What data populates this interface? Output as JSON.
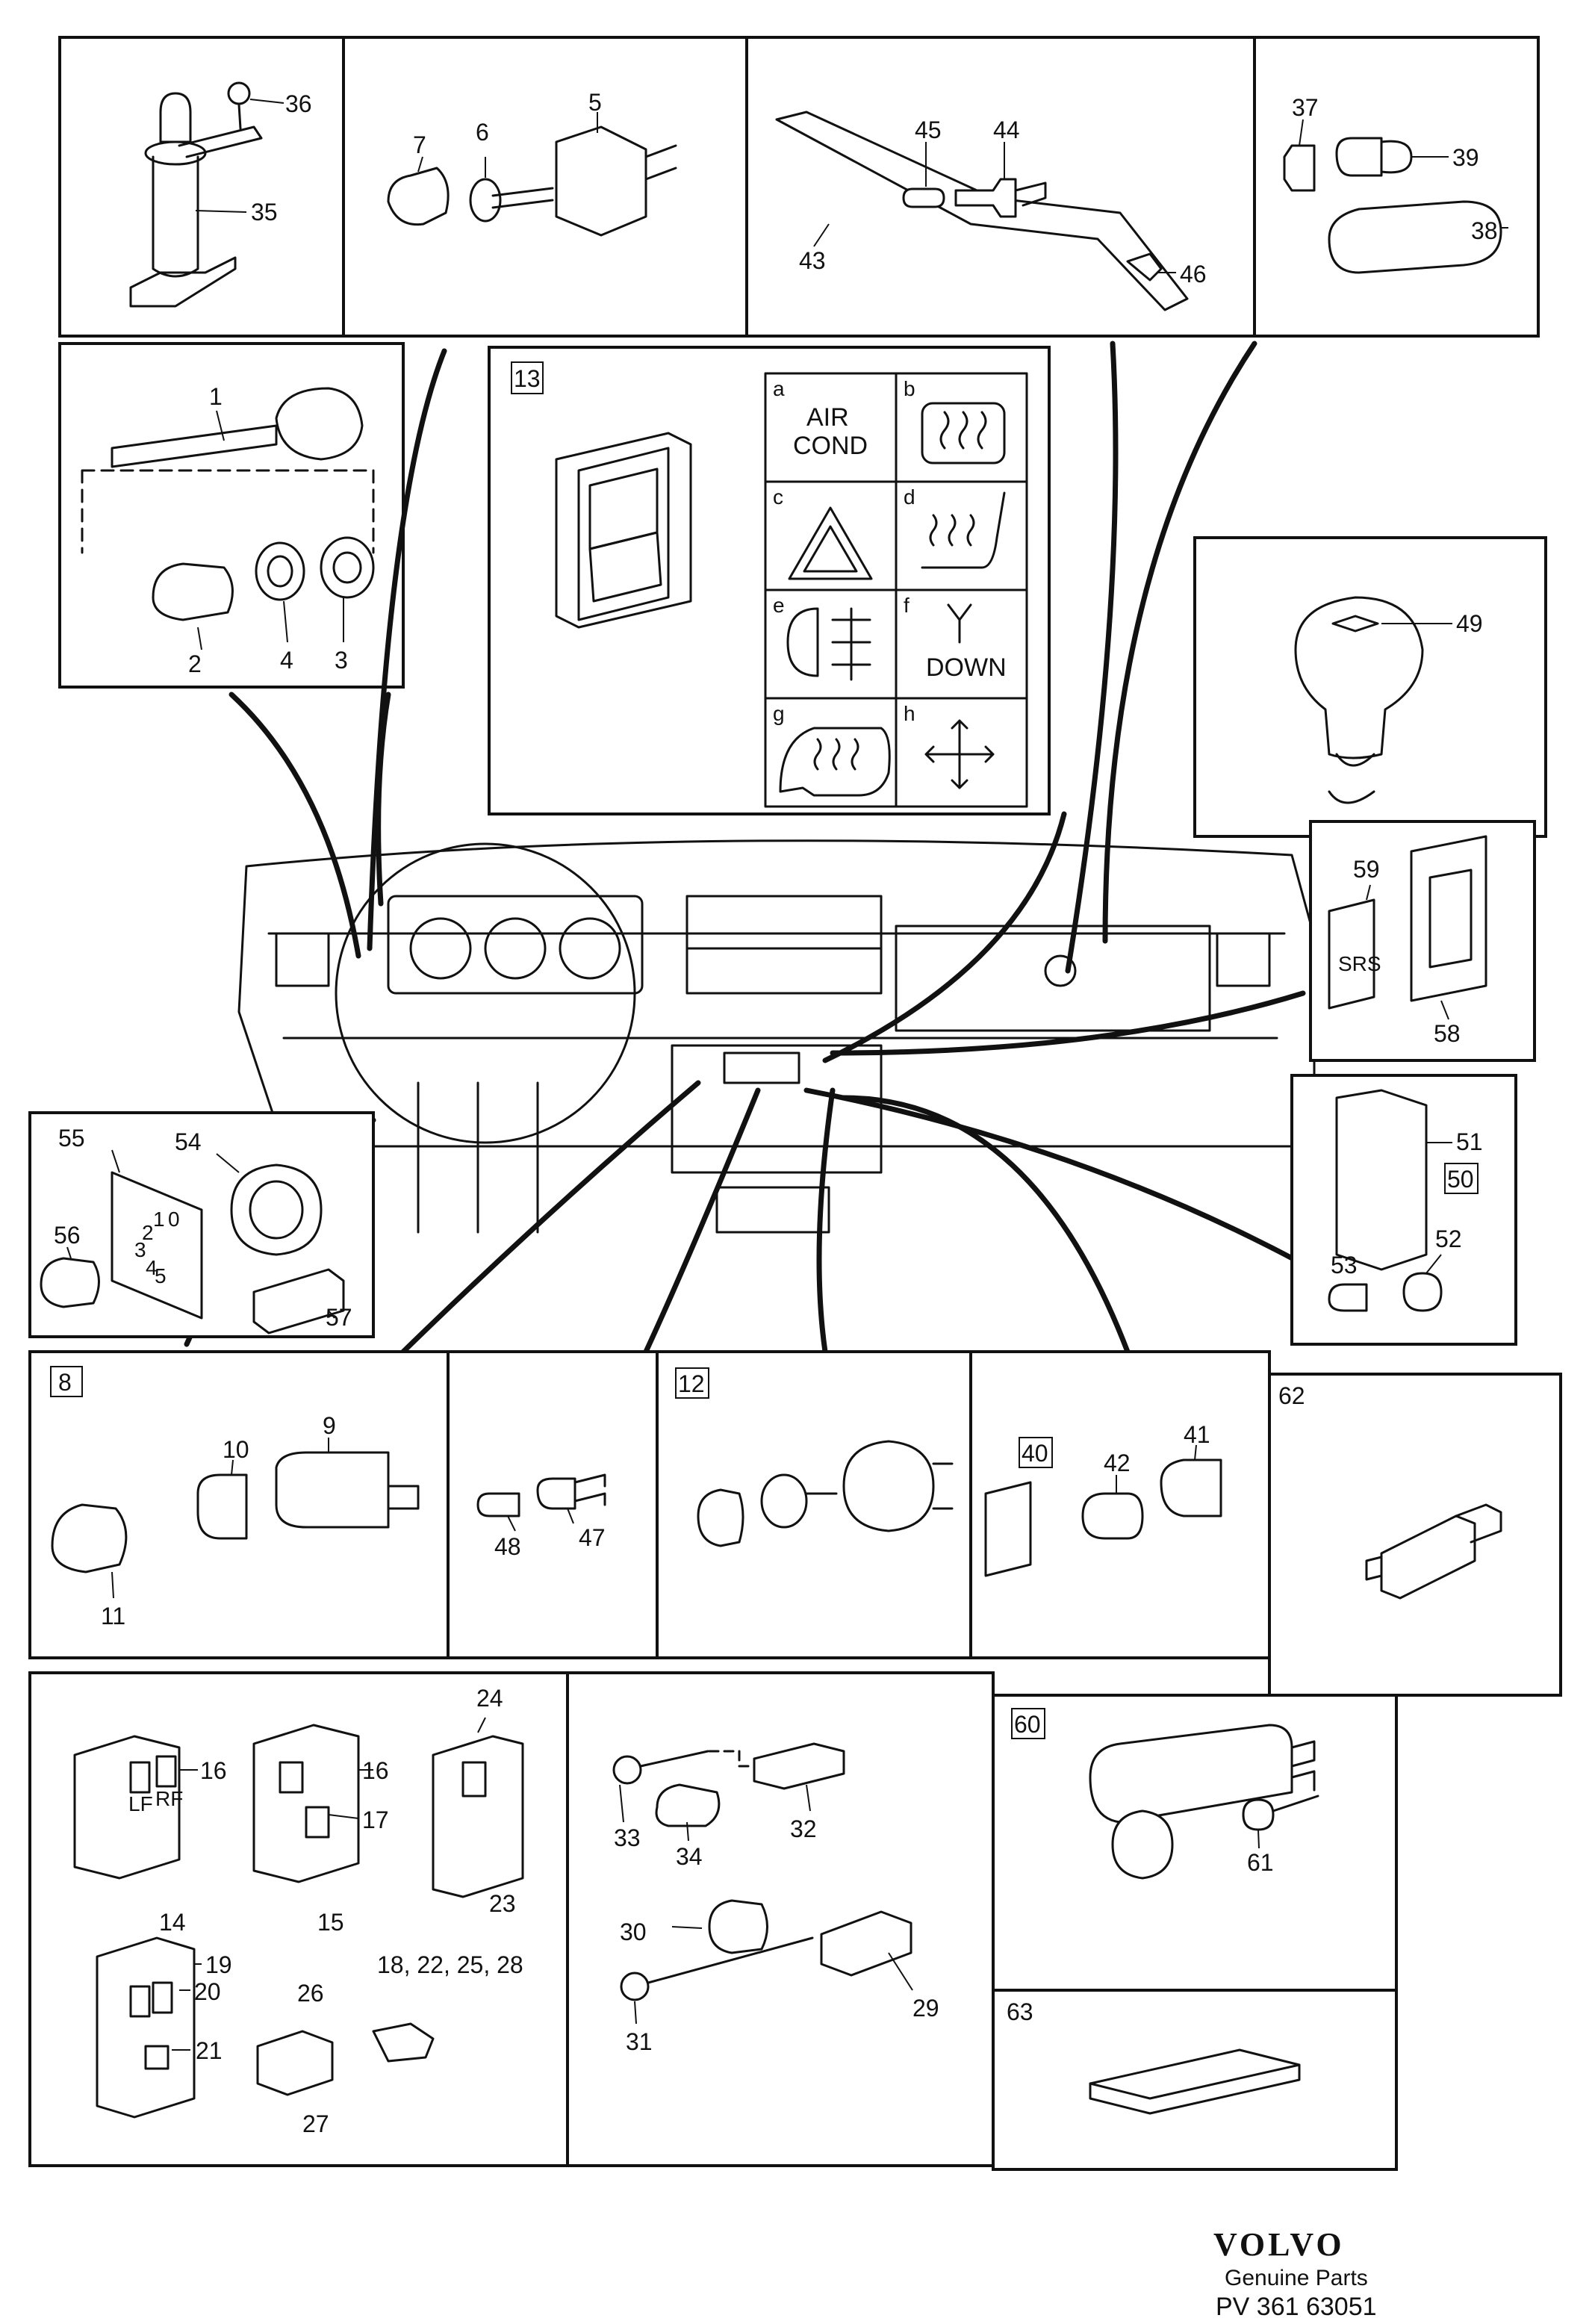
{
  "panels": {
    "p_35_36": [
      "36",
      "35"
    ],
    "p_5_7": [
      "7",
      "6",
      "5"
    ],
    "p_43_46": [
      "45",
      "44",
      "43",
      "46"
    ],
    "p_37_39": [
      "37",
      "39",
      "38"
    ],
    "p_1_4": [
      "1",
      "2",
      "4",
      "3"
    ],
    "p_13": {
      "box": "13",
      "symbols": [
        {
          "letter": "a",
          "text1": "AIR",
          "text2": "COND"
        },
        {
          "letter": "b"
        },
        {
          "letter": "c"
        },
        {
          "letter": "d"
        },
        {
          "letter": "e"
        },
        {
          "letter": "f",
          "text1": "DOWN"
        },
        {
          "letter": "g"
        },
        {
          "letter": "h"
        }
      ]
    },
    "p_49": [
      "49"
    ],
    "p_58_59": [
      "59",
      "SRS",
      "58"
    ],
    "p_50": {
      "box": "50",
      "labels": [
        "51",
        "52",
        "53"
      ]
    },
    "p_54_57": [
      "55",
      "54",
      "56",
      "57"
    ],
    "p_8": {
      "box": "8",
      "labels": [
        "10",
        "9",
        "11"
      ]
    },
    "p_47_48": [
      "48",
      "47"
    ],
    "p_12": {
      "box": "12"
    },
    "p_40": {
      "box": "40",
      "labels": [
        "42",
        "41"
      ]
    },
    "p_62": [
      "62"
    ],
    "p_14_28": [
      "24",
      "16",
      "LF",
      "RF",
      "16",
      "17",
      "14",
      "15",
      "23",
      "19",
      "20",
      "21",
      "26",
      "27",
      "18, 22, 25, 28"
    ],
    "p_29_34": [
      "33",
      "32",
      "34",
      "30",
      "29",
      "31"
    ],
    "p_60": {
      "box": "60",
      "labels": [
        "61"
      ]
    },
    "p_63": [
      "63"
    ]
  },
  "dial_marks": [
    "1",
    "2",
    "3",
    "4",
    "5",
    "0"
  ],
  "footer": {
    "brand": "VOLVO",
    "subtitle": "Genuine Parts",
    "code": "PV 361 63051"
  }
}
